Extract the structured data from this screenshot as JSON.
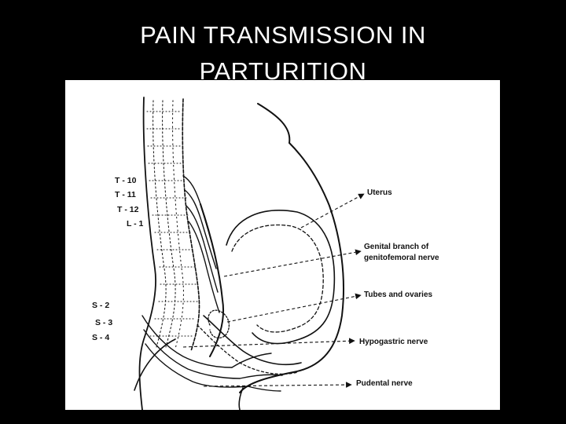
{
  "slide": {
    "title_line1": "PAIN TRANSMISSION IN",
    "title_line2": "PARTURITION"
  },
  "diagram": {
    "segments": {
      "t10": "T - 10",
      "t11": "T - 11",
      "t12": "T - 12",
      "l1": "L - 1",
      "s2": "S - 2",
      "s3": "S - 3",
      "s4": "S - 4"
    },
    "labels": {
      "uterus": "Uterus",
      "genital_line1": "Genital branch of",
      "genital_line2": "genitofemoral nerve",
      "tubes_ovaries": "Tubes and ovaries",
      "hypogastric": "Hypogastric nerve",
      "pudendal": "Pudental nerve"
    },
    "colors": {
      "ink": "#111111",
      "paper": "#ffffff",
      "background": "#000000",
      "title": "#ffffff"
    }
  }
}
